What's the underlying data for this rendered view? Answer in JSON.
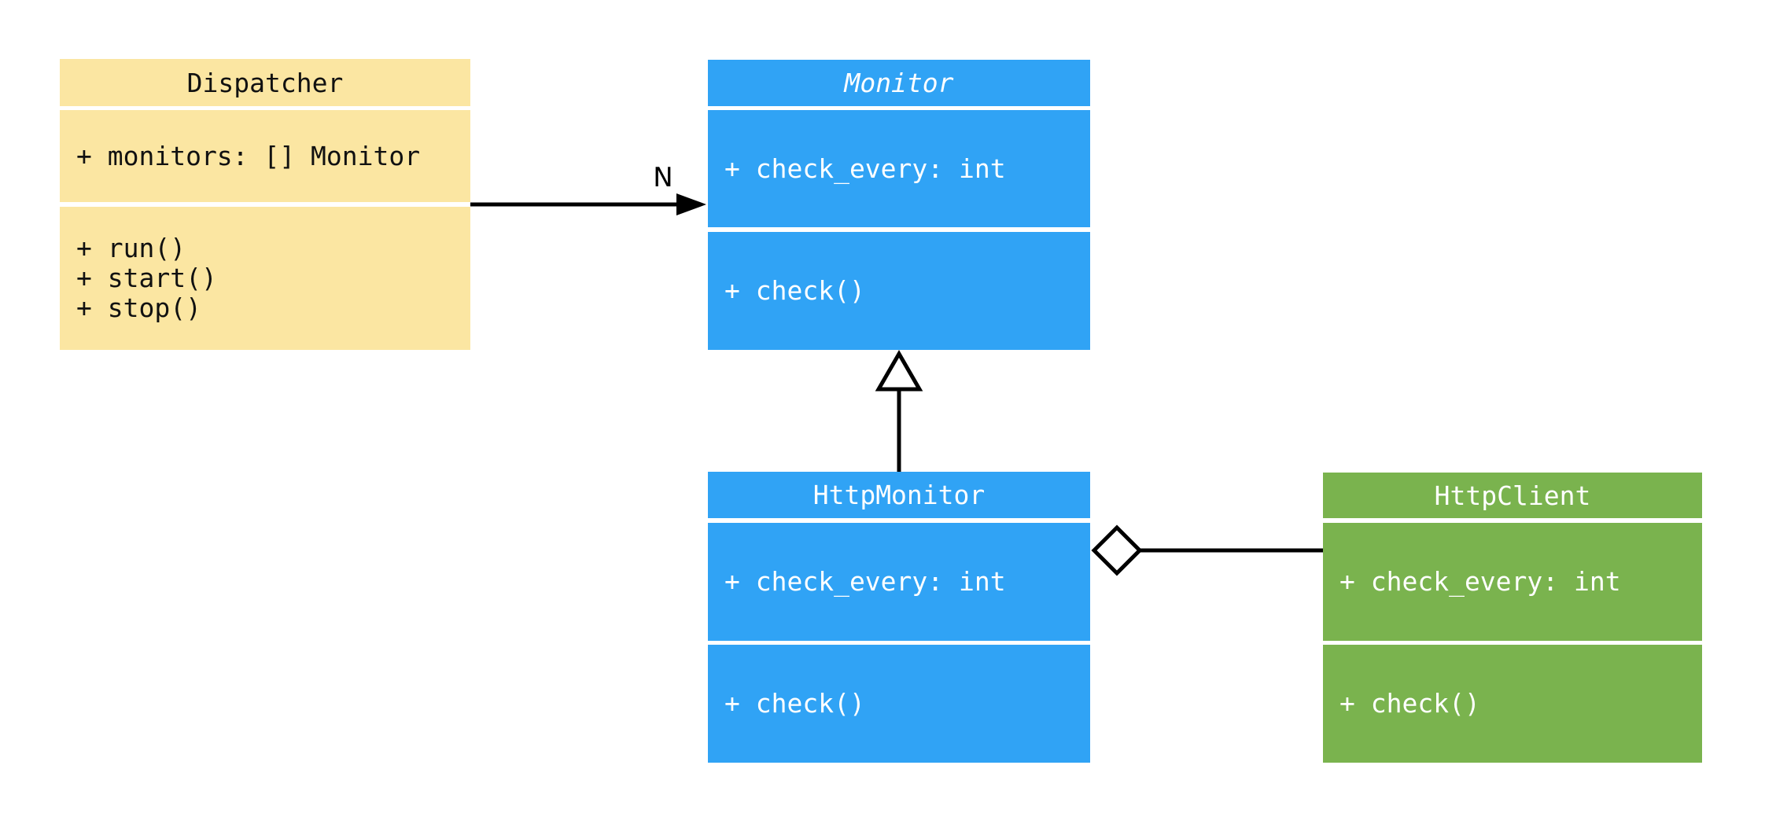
{
  "diagram": {
    "kind": "uml-class-diagram",
    "background_color": "#ffffff",
    "edge_color": "#000000",
    "classes": [
      {
        "name": "Dispatcher",
        "abstract": false,
        "fill_color": "#fbe6a2",
        "text_color": "#111111",
        "attributes": [
          "+ monitors: [] Monitor"
        ],
        "methods": [
          "+ run()",
          "+ start()",
          "+ stop()"
        ]
      },
      {
        "name": "Monitor",
        "abstract": true,
        "fill_color": "#30a3f5",
        "text_color": "#ffffff",
        "attributes": [
          "+ check_every: int"
        ],
        "methods": [
          "+ check()"
        ]
      },
      {
        "name": "HttpMonitor",
        "abstract": false,
        "fill_color": "#30a3f5",
        "text_color": "#ffffff",
        "attributes": [
          "+ check_every: int"
        ],
        "methods": [
          "+ check()"
        ]
      },
      {
        "name": "HttpClient",
        "abstract": false,
        "fill_color": "#7ab34e",
        "text_color": "#ffffff",
        "attributes": [
          "+ check_every: int"
        ],
        "methods": [
          "+ check()"
        ]
      }
    ],
    "relations": [
      {
        "from": "Dispatcher",
        "to": "Monitor",
        "type": "association-arrow",
        "label": "N"
      },
      {
        "from": "HttpMonitor",
        "to": "Monitor",
        "type": "inheritance",
        "label": ""
      },
      {
        "from": "HttpMonitor",
        "to": "HttpClient",
        "type": "aggregation",
        "label": ""
      }
    ]
  }
}
